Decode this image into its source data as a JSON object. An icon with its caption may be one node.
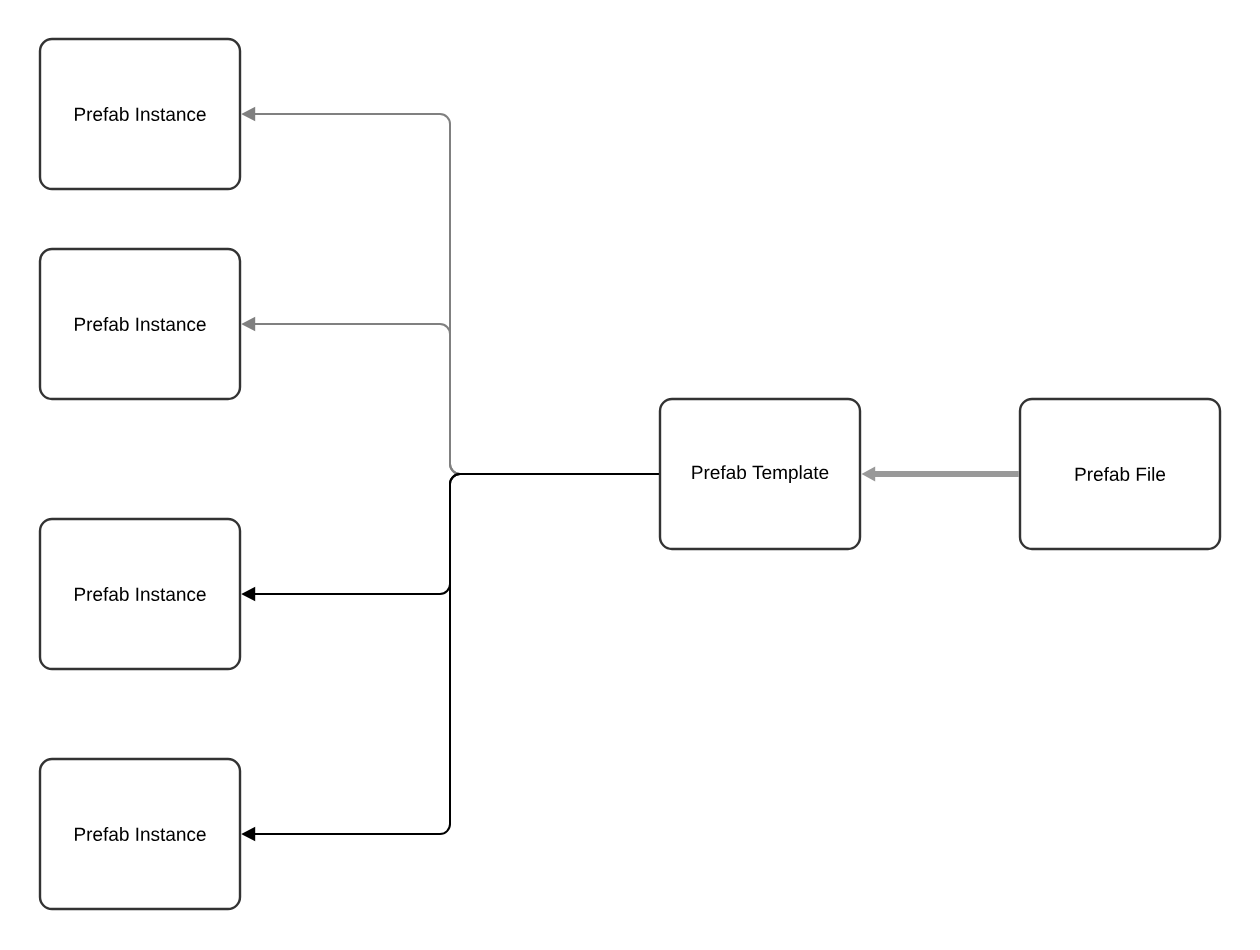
{
  "diagram": {
    "nodes": [
      {
        "text": [
          "Prefab Instance"
        ]
      },
      {
        "text": [
          "Prefab Instance"
        ]
      },
      {
        "text": [
          "Prefab Instance"
        ]
      },
      {
        "text": [
          "Prefab Instance"
        ]
      },
      {
        "text": [
          "Prefab Template"
        ]
      },
      {
        "text": [
          "Prefab File"
        ]
      }
    ],
    "edges": [
      {
        "from": 4,
        "to": 0,
        "arrow": "to",
        "color": "#808080"
      },
      {
        "from": 4,
        "to": 1,
        "arrow": "to",
        "color": "#808080"
      },
      {
        "from": 4,
        "to": 2,
        "arrow": "to",
        "color": "#000000"
      },
      {
        "from": 4,
        "to": 3,
        "arrow": "to",
        "color": "#000000"
      },
      {
        "from": 5,
        "to": 4,
        "arrow": "to",
        "style": "thick",
        "color": "#999999"
      }
    ]
  }
}
